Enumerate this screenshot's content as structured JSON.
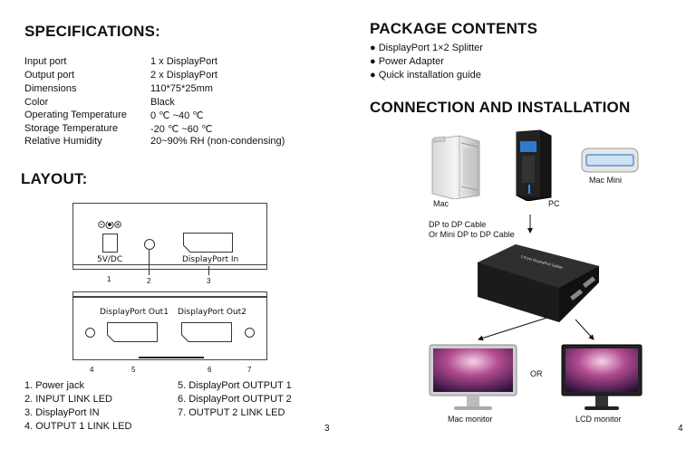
{
  "left": {
    "spec_title": "SPECIFICATIONS:",
    "specs": [
      {
        "k": "Input port",
        "v": "1 x DisplayPort"
      },
      {
        "k": "Output port",
        "v": "2 x DisplayPort"
      },
      {
        "k": "Dimensions",
        "v": "110*75*25mm"
      },
      {
        "k": "Color",
        "v": "Black"
      },
      {
        "k": "Operating Temperature",
        "v": "0 ℃ ~40 ℃"
      },
      {
        "k": "Storage Temperature",
        "v": "-20 ℃ ~60 ℃"
      },
      {
        "k": "Relative Humidity",
        "v": "20~90% RH (non-condensing)"
      }
    ],
    "layout_title": "LAYOUT:",
    "front": {
      "dc_label": "5V/DC",
      "dp_in_label": "DisplayPort In",
      "nums": [
        "1",
        "2",
        "3"
      ]
    },
    "back": {
      "out1_label": "DisplayPort Out1",
      "out2_label": "DisplayPort Out2",
      "nums": [
        "4",
        "5",
        "6",
        "7"
      ]
    },
    "legend": [
      "1. Power jack",
      "2. INPUT LINK LED",
      "3. DisplayPort IN",
      "4. OUTPUT 1 LINK LED",
      "5. DisplayPort OUTPUT 1",
      "6. DisplayPort OUTPUT 2",
      "7. OUTPUT 2 LINK LED"
    ],
    "page_num": "3"
  },
  "right": {
    "pkg_title": "PACKAGE CONTENTS",
    "pkg_items": [
      "● DisplayPort 1×2 Splitter",
      "● Power Adapter",
      "● Quick installation guide"
    ],
    "conn_title": "CONNECTION AND INSTALLATION",
    "mac_label": "Mac",
    "pc_label": "PC",
    "macmini_label": "Mac Mini",
    "cable1": "DP to DP Cable",
    "cable2": "Or Mini DP to DP Cable",
    "device_text": "2 Ports DisplayPort Splitter",
    "or_label": "OR",
    "mon1_label": "Mac monitor",
    "mon2_label": "LCD monitor",
    "page_num": "4"
  }
}
